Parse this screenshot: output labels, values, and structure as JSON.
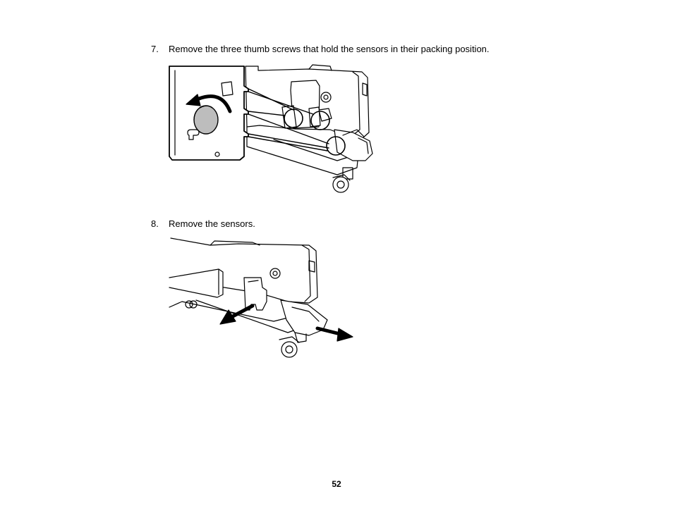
{
  "steps": [
    {
      "number": "7.",
      "text": "Remove the three thumb screws that hold the sensors in their packing position."
    },
    {
      "number": "8.",
      "text": "Remove the sensors."
    }
  ],
  "page_number": "52",
  "icons": [
    "rotate-arrow-icon",
    "remove-arrow-icon"
  ]
}
